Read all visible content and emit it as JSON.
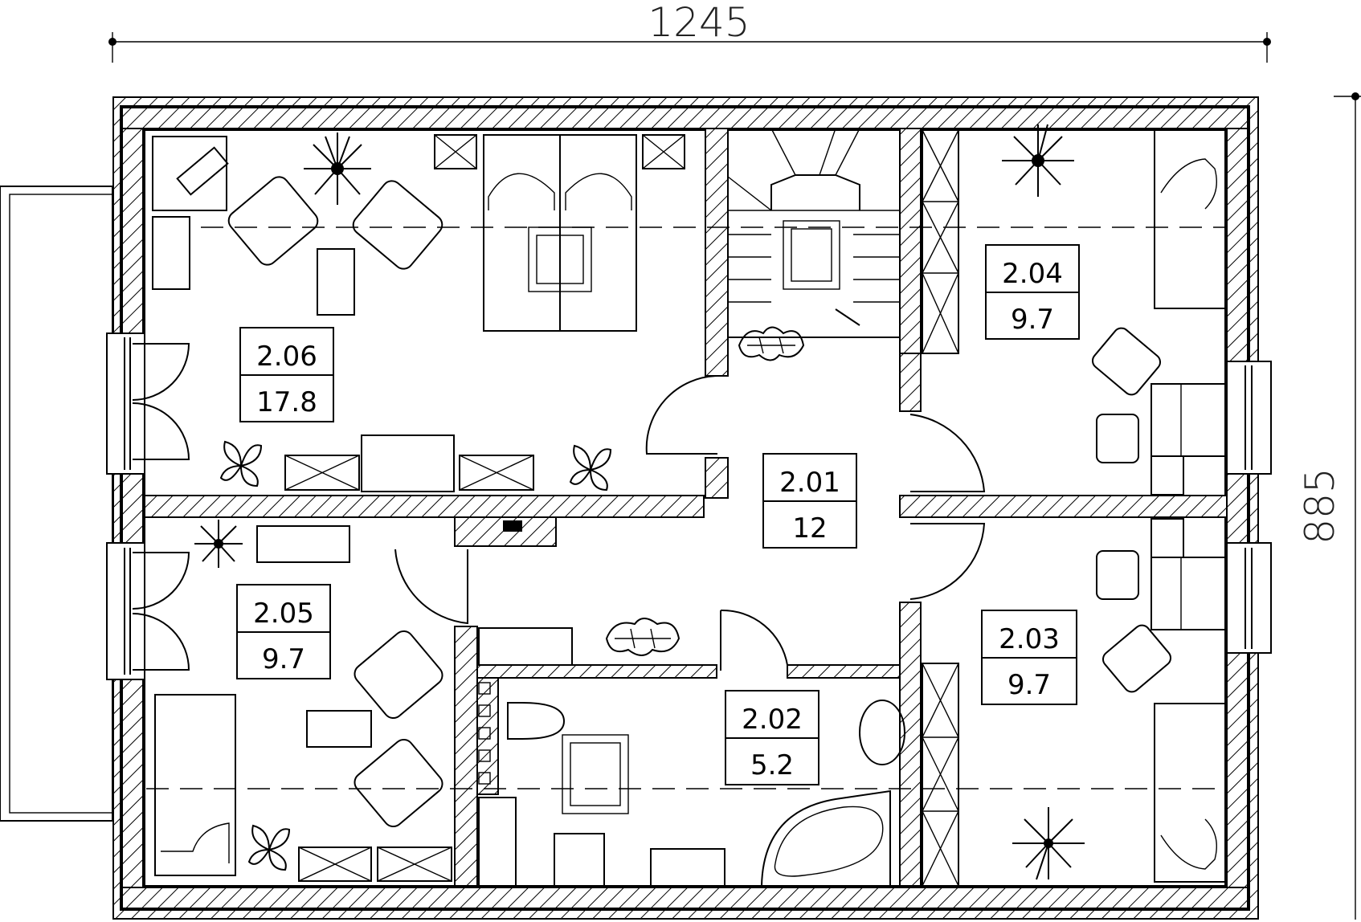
{
  "dimensions": {
    "width": "1245",
    "height": "885"
  },
  "rooms": [
    {
      "number": "2.06",
      "area": "17.8"
    },
    {
      "number": "2.05",
      "area": "9.7"
    },
    {
      "number": "2.01",
      "area": "12"
    },
    {
      "number": "2.04",
      "area": "9.7"
    },
    {
      "number": "2.03",
      "area": "9.7"
    },
    {
      "number": "2.02",
      "area": "5.2"
    }
  ]
}
